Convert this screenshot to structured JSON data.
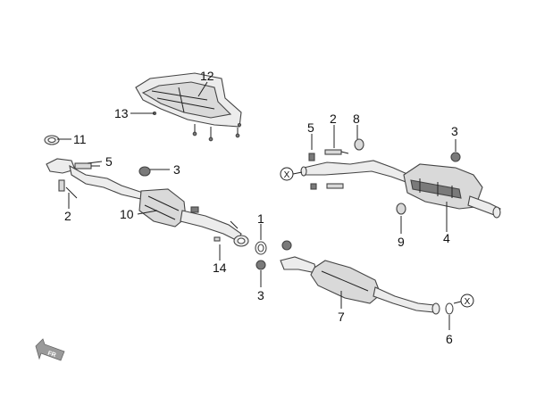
{
  "diagram": {
    "callouts": {
      "p1": "1",
      "p2a": "2",
      "p2b": "2",
      "p3a": "3",
      "p3b": "3",
      "p3c": "3",
      "p4": "4",
      "p5a": "5",
      "p5b": "5",
      "p6": "6",
      "p7": "7",
      "p8": "8",
      "p9": "9",
      "p10": "10",
      "p11": "11",
      "p12": "12",
      "p13": "13",
      "p14": "14"
    },
    "connector_left": "X",
    "connector_right": "X",
    "direction_badge": "FR"
  }
}
